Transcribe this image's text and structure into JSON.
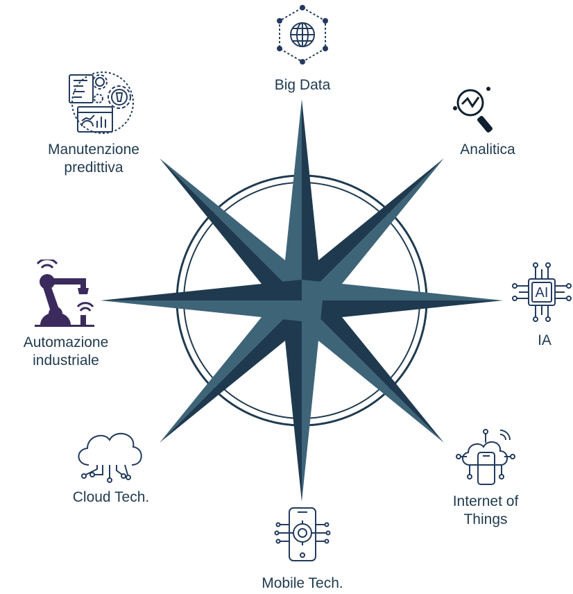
{
  "colors": {
    "dark": "#1f3a4f",
    "light": "#3e6478",
    "icon_purple": "#3b2a5c",
    "icon_navy": "#223a5e"
  },
  "nodes": [
    {
      "id": "big-data",
      "lines": [
        "Big Data"
      ],
      "icon": "network-globe-icon"
    },
    {
      "id": "analitica",
      "lines": [
        "Analitica"
      ],
      "icon": "magnifier-chart-icon"
    },
    {
      "id": "ia",
      "lines": [
        "IA"
      ],
      "icon": "ai-chip-icon",
      "icon_text": "AI"
    },
    {
      "id": "internet-of-things",
      "lines": [
        "Internet of",
        "Things"
      ],
      "icon": "cloud-phone-icon"
    },
    {
      "id": "mobile-tech",
      "lines": [
        "Mobile Tech."
      ],
      "icon": "phone-gear-icon"
    },
    {
      "id": "cloud-tech",
      "lines": [
        "Cloud Tech."
      ],
      "icon": "cloud-circuit-icon"
    },
    {
      "id": "automazione-industriale",
      "lines": [
        "Automazione",
        "industriale"
      ],
      "icon": "robot-arm-icon"
    },
    {
      "id": "manutenzione-predittiva",
      "lines": [
        "Manutenzione",
        "predittiva"
      ],
      "icon": "maintenance-dashboard-icon"
    }
  ]
}
